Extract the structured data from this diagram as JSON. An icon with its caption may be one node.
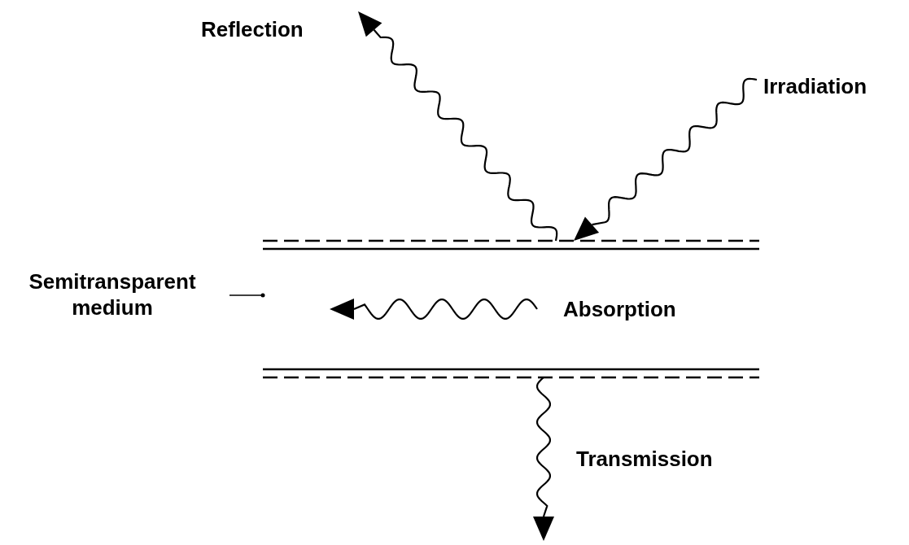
{
  "diagram": {
    "nodes": [
      {
        "text": [
          "Semitransparent medium"
        ]
      },
      {
        "text": [],
        "shape": "box"
      }
    ],
    "edges": [
      {
        "from": 0,
        "to": 1,
        "arrow": "other"
      }
    ],
    "labels": [
      "Reflection",
      "Irradiation",
      "Absorption",
      "Transmission"
    ]
  }
}
